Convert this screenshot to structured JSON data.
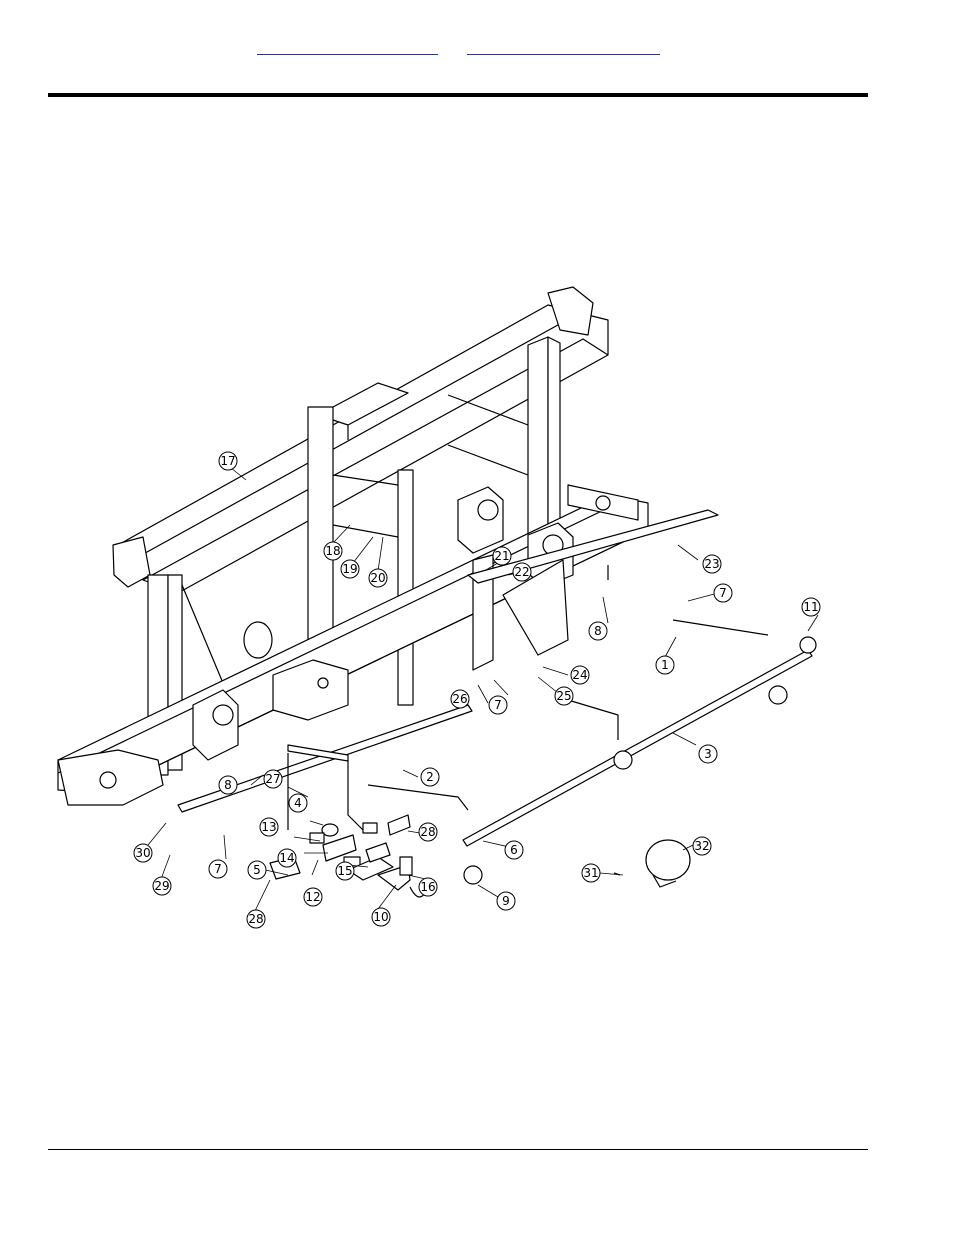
{
  "header": {
    "links": [
      {
        "label": ""
      },
      {
        "label": ""
      }
    ]
  },
  "callouts": [
    {
      "label": "1"
    },
    {
      "label": "2"
    },
    {
      "label": "3"
    },
    {
      "label": "4"
    },
    {
      "label": "5"
    },
    {
      "label": "6"
    },
    {
      "label": "7"
    },
    {
      "label": "7"
    },
    {
      "label": "7"
    },
    {
      "label": "8"
    },
    {
      "label": "8"
    },
    {
      "label": "9"
    },
    {
      "label": "10"
    },
    {
      "label": "11"
    },
    {
      "label": "12"
    },
    {
      "label": "13"
    },
    {
      "label": "14"
    },
    {
      "label": "15"
    },
    {
      "label": "16"
    },
    {
      "label": "17"
    },
    {
      "label": "18"
    },
    {
      "label": "19"
    },
    {
      "label": "20"
    },
    {
      "label": "21"
    },
    {
      "label": "22"
    },
    {
      "label": "23"
    },
    {
      "label": "24"
    },
    {
      "label": "25"
    },
    {
      "label": "26"
    },
    {
      "label": "27"
    },
    {
      "label": "28"
    },
    {
      "label": "28"
    },
    {
      "label": "29"
    },
    {
      "label": "30"
    },
    {
      "label": "31"
    },
    {
      "label": "32"
    }
  ],
  "colors": {
    "line": "#000000",
    "link": "#1a33d6",
    "background": "#ffffff"
  }
}
